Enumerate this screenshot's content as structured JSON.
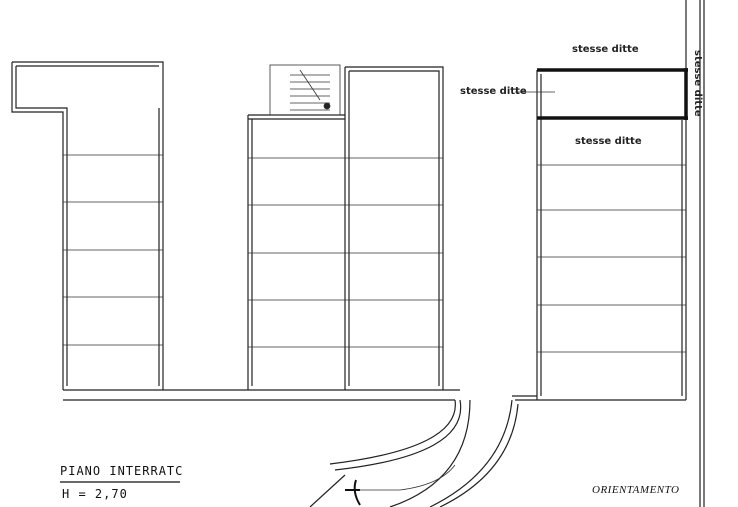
{
  "plan": {
    "labels": {
      "top_right": "stesse ditte",
      "middle_left": "stesse ditte",
      "lower_right": "stesse ditte",
      "vertical_right": "stesse ditte"
    },
    "floor_title": "PIANO INTERRATC",
    "height": "H = 2,70",
    "orientation": "ORIENTAMENTO"
  }
}
